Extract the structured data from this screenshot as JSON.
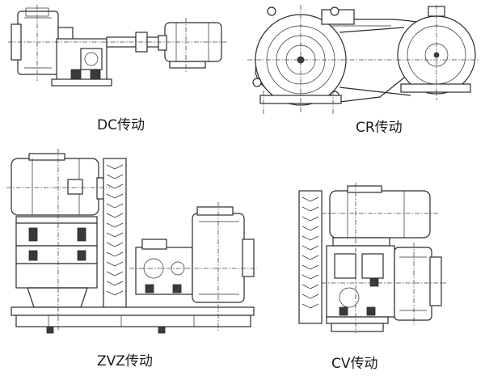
{
  "captions": {
    "dc": "DC传动",
    "cr": "CR传动",
    "zvz": "ZVZ传动",
    "cv": "CV传动"
  }
}
